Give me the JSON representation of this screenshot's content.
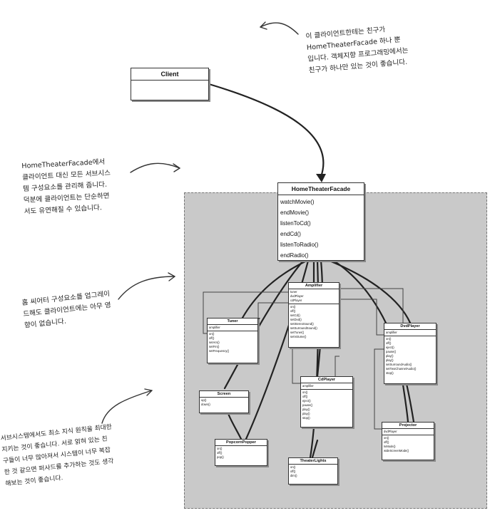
{
  "client": {
    "name": "Client"
  },
  "facade": {
    "name": "HomeTheaterFacade",
    "methods": [
      "watchMovie()",
      "endMovie()",
      "listenToCd()",
      "endCd()",
      "listenToRadio()",
      "endRadio()"
    ]
  },
  "classes": {
    "amplifier": {
      "name": "Amplifier",
      "fields": [
        "tuner",
        "dvdPlayer",
        "cdPlayer"
      ],
      "methods": [
        "on()",
        "off()",
        "setCd()",
        "setDvd()",
        "setStereoSound()",
        "setSurroundSound()",
        "setTuner()",
        "setVolume()"
      ]
    },
    "tuner": {
      "name": "Tuner",
      "fields": [
        "amplifier"
      ],
      "methods": [
        "on()",
        "off()",
        "setAm()",
        "setFm()",
        "setFrequency()"
      ]
    },
    "dvdplayer": {
      "name": "DvdPlayer",
      "fields": [
        "amplifier"
      ],
      "methods": [
        "on()",
        "off()",
        "eject()",
        "pause()",
        "play()",
        "play()",
        "setSurroundAudio()",
        "setTwoChannelAudio()",
        "stop()"
      ]
    },
    "cdplayer": {
      "name": "CdPlayer",
      "fields": [
        "amplifier"
      ],
      "methods": [
        "on()",
        "off()",
        "eject()",
        "pause()",
        "play()",
        "play()",
        "stop()"
      ]
    },
    "screen": {
      "name": "Screen",
      "methods": [
        "up()",
        "down()"
      ]
    },
    "popcorn": {
      "name": "PopcornPopper",
      "methods": [
        "on()",
        "off()",
        "pop()"
      ]
    },
    "lights": {
      "name": "TheaterLights",
      "methods": [
        "on()",
        "off()",
        "dim()"
      ]
    },
    "projector": {
      "name": "Projector",
      "fields": [
        "dvdPlayer"
      ],
      "methods": [
        "on()",
        "off()",
        "tvMode()",
        "wideScreenMode()"
      ]
    }
  },
  "notes": {
    "top": [
      "이 클라이언트한테는 친구가",
      "HomeTheaterFacade 하나 뿐",
      "입니다. 객체지향 프로그래밍에서는",
      "친구가 하나만 있는 것이 좋습니다."
    ],
    "left1": [
      "HomeTheaterFacade에서",
      "클라이언트 대신 모든 서브시스",
      "템 구성요소를 관리해 줍니다.",
      "덕분에 클라이언트는 단순하면",
      "서도 유연해질 수 있습니다."
    ],
    "left2": [
      "홈 씨어터 구성요소를 업그레이",
      "드해도 클라이언트에는 아무 영",
      "향이 없습니다."
    ],
    "left3": [
      "서브시스템에서도 최소 지식 원칙을 최대한",
      "지키는 것이 좋습니다. 서로 얽혀 있는 친",
      "구들이 너무 많아져서 시스템이 너무 복잡",
      "한 것 같으면 퍼사드를 추가하는 것도 생각",
      "해보는 것이 좋습니다."
    ]
  }
}
